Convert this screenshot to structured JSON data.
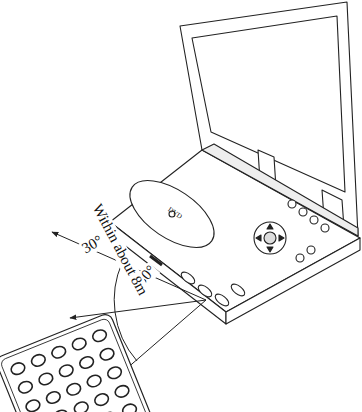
{
  "diagram": {
    "labels": [
      "30°",
      "30°",
      "Within about 8m",
      "DVD"
    ]
  }
}
